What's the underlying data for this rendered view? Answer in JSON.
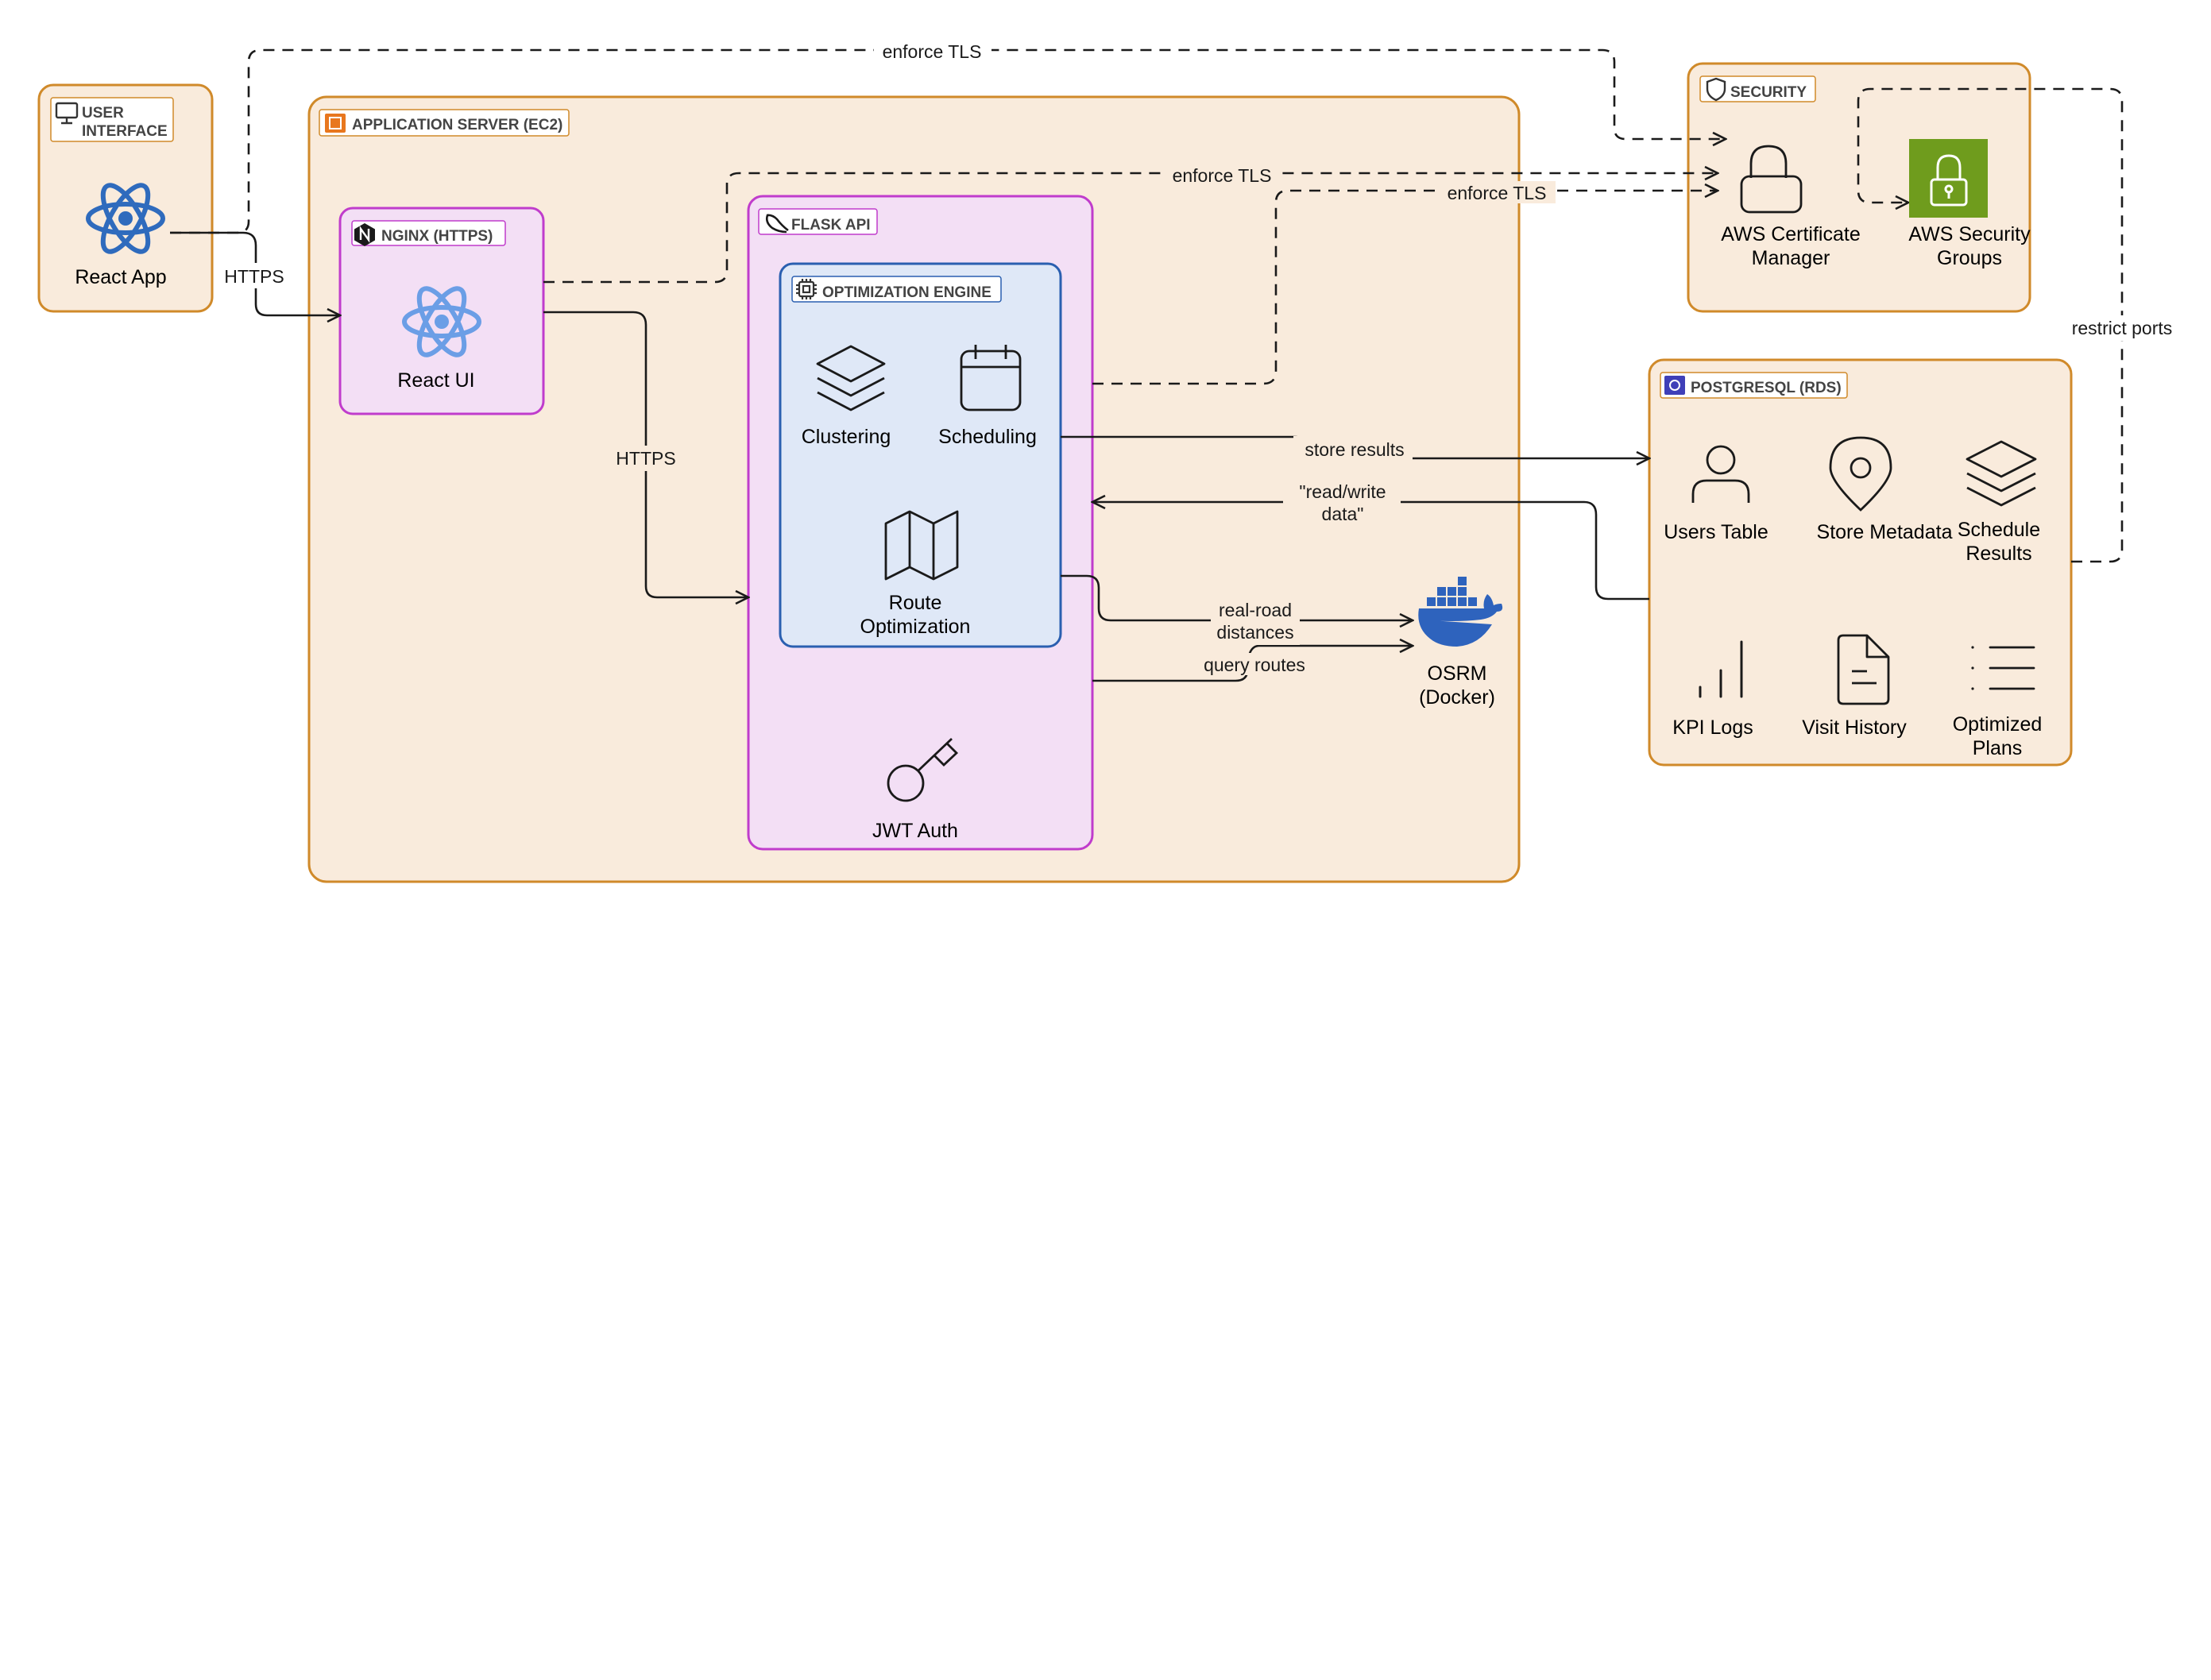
{
  "groups": {
    "user_interface": {
      "label_line1": "USER",
      "label_line2": "INTERFACE"
    },
    "app_server": {
      "label": "APPLICATION SERVER (EC2)"
    },
    "nginx": {
      "label": "NGINX (HTTPS)"
    },
    "flask": {
      "label": "FLASK API"
    },
    "engine": {
      "label": "OPTIMIZATION ENGINE"
    },
    "security": {
      "label": "SECURITY"
    },
    "postgres": {
      "label": "POSTGRESQL (RDS)"
    }
  },
  "nodes": {
    "react_app": "React App",
    "react_ui": "React UI",
    "clustering": "Clustering",
    "scheduling": "Scheduling",
    "route_opt_line1": "Route",
    "route_opt_line2": "Optimization",
    "jwt_auth": "JWT Auth",
    "osrm_line1": "OSRM",
    "osrm_line2": "(Docker)",
    "acm_line1": "AWS Certificate",
    "acm_line2": "Manager",
    "sg_line1": "AWS Security",
    "sg_line2": "Groups",
    "users_table": "Users Table",
    "store_metadata": "Store Metadata",
    "schedule_results_line1": "Schedule",
    "schedule_results_line2": "Results",
    "kpi_logs": "KPI Logs",
    "visit_history": "Visit History",
    "optimized_plans_line1": "Optimized",
    "optimized_plans_line2": "Plans"
  },
  "edges": {
    "https_1": "HTTPS",
    "https_2": "HTTPS",
    "enforce_tls_1": "enforce TLS",
    "enforce_tls_2": "enforce TLS",
    "enforce_tls_3": "enforce TLS",
    "store_results": "store results",
    "read_write_line1": "\"read/write",
    "read_write_line2": "data\"",
    "real_road_line1": "real-road",
    "real_road_line2": "distances",
    "query_routes": "query routes",
    "restrict_ports": "restrict ports"
  },
  "colors": {
    "group_fill": "#f9ebdc",
    "group_stroke": "#d08a2a",
    "purple_fill": "#f3dff5",
    "purple_stroke": "#c03ccc",
    "engine_fill": "#dfe8f7",
    "engine_stroke": "#2a5fb0",
    "react_blue": "#2f6bbd",
    "react_light": "#6b9ee6",
    "docker_blue": "#2e63bd",
    "aws_green": "#6f9c1d",
    "line": "#1a1a1a"
  },
  "icons": {
    "user_interface": "monitor-icon",
    "app_server": "ec2-icon",
    "nginx": "nginx-icon",
    "flask": "flask-icon",
    "engine": "chip-icon",
    "security": "shield-icon",
    "postgres": "database-icon"
  }
}
